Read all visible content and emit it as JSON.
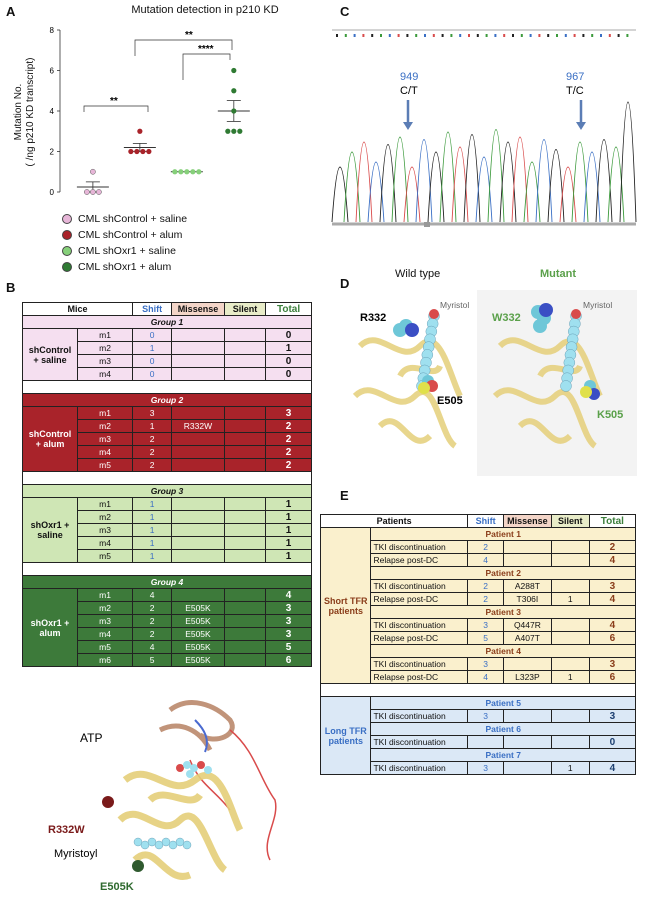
{
  "panels": {
    "a": "A",
    "b": "B",
    "c": "C",
    "d": "D",
    "e": "E"
  },
  "panel_a": {
    "title": "Mutation detection in p210 KD",
    "ylabel_1": "Mutation No.",
    "ylabel_2": "( /ng p210 KD transcript)",
    "sig_1": "**",
    "sig_2": "**",
    "sig_3": "****",
    "legend": [
      {
        "label": "CML shControl + saline",
        "color": "#e7b6d8"
      },
      {
        "label": "CML shControl + alum",
        "color": "#a9232a"
      },
      {
        "label": "CML shOxr1 + saline",
        "color": "#86d07a"
      },
      {
        "label": "CML shOxr1 + alum",
        "color": "#2f7a33"
      }
    ]
  },
  "chart_data": {
    "type": "scatter",
    "title": "Mutation detection in p210 KD",
    "ylabel": "Mutation No. ( /ng p210 KD transcript)",
    "ylim": [
      0,
      8
    ],
    "yticks": [
      "0",
      "2",
      "4",
      "6",
      "8"
    ],
    "series": [
      {
        "name": "CML shControl + saline",
        "color": "#e7b6d8",
        "values": [
          0,
          1,
          0,
          0
        ],
        "mean": 0.25
      },
      {
        "name": "CML shControl + alum",
        "color": "#a9232a",
        "values": [
          3,
          2,
          2,
          2,
          2
        ],
        "mean": 2.2
      },
      {
        "name": "CML shOxr1 + saline",
        "color": "#86d07a",
        "values": [
          1,
          1,
          1,
          1,
          1
        ],
        "mean": 1.0
      },
      {
        "name": "CML shOxr1 + alum",
        "color": "#2f7a33",
        "values": [
          4,
          3,
          3,
          3,
          5,
          6
        ],
        "mean": 4.0
      }
    ]
  },
  "panel_c": {
    "pos1": "949",
    "sub1": "C/T",
    "pos2": "967",
    "sub2": "T/C"
  },
  "panel_d": {
    "wild": "Wild type",
    "mutant": "Mutant",
    "myristol": "Myristol",
    "r332": "R332",
    "e505": "E505",
    "w332": "W332",
    "k505": "K505"
  },
  "panel_b_bottom": {
    "atp": "ATP",
    "r332w": "R332W",
    "myristoyl": "Myristoyl",
    "e505k": "E505K"
  },
  "table_b": {
    "headers": {
      "mice": "Mice",
      "shift": "Shift",
      "missense": "Missense",
      "silent": "Silent",
      "total": "Total"
    },
    "groups": [
      {
        "title": "Group 1",
        "label": "shControl + saline",
        "rows": [
          [
            "m1",
            "0",
            "",
            "",
            "0"
          ],
          [
            "m2",
            "1",
            "",
            "",
            "1"
          ],
          [
            "m3",
            "0",
            "",
            "",
            "0"
          ],
          [
            "m4",
            "0",
            "",
            "",
            "0"
          ]
        ]
      },
      {
        "title": "Group 2",
        "label": "shControl + alum",
        "rows": [
          [
            "m1",
            "3",
            "",
            "",
            "3"
          ],
          [
            "m2",
            "1",
            "R332W",
            "",
            "2"
          ],
          [
            "m3",
            "2",
            "",
            "",
            "2"
          ],
          [
            "m4",
            "2",
            "",
            "",
            "2"
          ],
          [
            "m5",
            "2",
            "",
            "",
            "2"
          ]
        ]
      },
      {
        "title": "Group 3",
        "label": "shOxr1 + saline",
        "rows": [
          [
            "m1",
            "1",
            "",
            "",
            "1"
          ],
          [
            "m2",
            "1",
            "",
            "",
            "1"
          ],
          [
            "m3",
            "1",
            "",
            "",
            "1"
          ],
          [
            "m4",
            "1",
            "",
            "",
            "1"
          ],
          [
            "m5",
            "1",
            "",
            "",
            "1"
          ]
        ]
      },
      {
        "title": "Group 4",
        "label": "shOxr1 + alum",
        "rows": [
          [
            "m1",
            "4",
            "",
            "",
            "4"
          ],
          [
            "m2",
            "2",
            "E505K",
            "",
            "3"
          ],
          [
            "m3",
            "2",
            "E505K",
            "",
            "3"
          ],
          [
            "m4",
            "2",
            "E505K",
            "",
            "3"
          ],
          [
            "m5",
            "4",
            "E505K",
            "",
            "5"
          ],
          [
            "m6",
            "5",
            "E505K",
            "",
            "6"
          ]
        ]
      }
    ]
  },
  "table_e": {
    "headers": {
      "patients": "Patients",
      "shift": "Shift",
      "missense": "Missense",
      "silent": "Silent",
      "total": "Total"
    },
    "short_label": "Short TFR patients",
    "long_label": "Long TFR patients",
    "short": [
      {
        "title": "Patient 1",
        "rows": [
          [
            "TKI discontinuation",
            "2",
            "",
            "",
            "2"
          ],
          [
            "Relapse post-DC",
            "4",
            "",
            "",
            "4"
          ]
        ]
      },
      {
        "title": "Patient 2",
        "rows": [
          [
            "TKI discontinuation",
            "2",
            "A288T",
            "",
            "3"
          ],
          [
            "Relapse post-DC",
            "2",
            "T306I",
            "1",
            "4"
          ]
        ]
      },
      {
        "title": "Patient 3",
        "rows": [
          [
            "TKI discontinuation",
            "3",
            "Q447R",
            "",
            "4"
          ],
          [
            "Relapse post-DC",
            "5",
            "A407T",
            "",
            "6"
          ]
        ]
      },
      {
        "title": "Patient 4",
        "rows": [
          [
            "TKI discontinuation",
            "3",
            "",
            "",
            "3"
          ],
          [
            "Relapse post-DC",
            "4",
            "L323P",
            "1",
            "6"
          ]
        ]
      }
    ],
    "long": [
      {
        "title": "Patient 5",
        "rows": [
          [
            "TKI discontinuation",
            "3",
            "",
            "",
            "3"
          ]
        ]
      },
      {
        "title": "Patient 6",
        "rows": [
          [
            "TKI discontinuation",
            "",
            "",
            "",
            "0"
          ]
        ]
      },
      {
        "title": "Patient 7",
        "rows": [
          [
            "TKI discontinuation",
            "3",
            "",
            "1",
            "4"
          ]
        ]
      }
    ]
  }
}
